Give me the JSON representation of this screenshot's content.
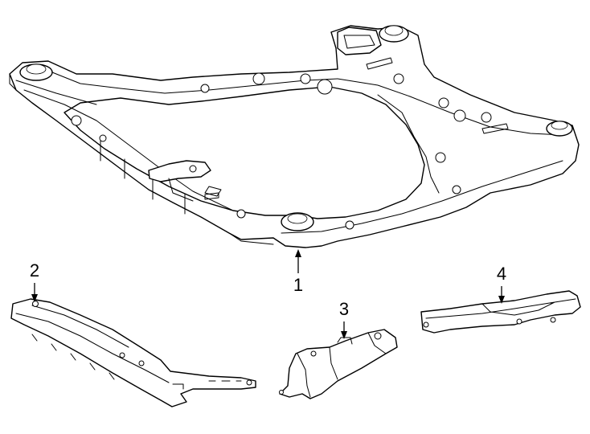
{
  "callouts": [
    {
      "id": "1",
      "label": "1"
    },
    {
      "id": "2",
      "label": "2"
    },
    {
      "id": "3",
      "label": "3"
    },
    {
      "id": "4",
      "label": "4"
    }
  ],
  "colors": {
    "line": "#000000",
    "fill": "#ffffff",
    "background": "#ffffff"
  }
}
